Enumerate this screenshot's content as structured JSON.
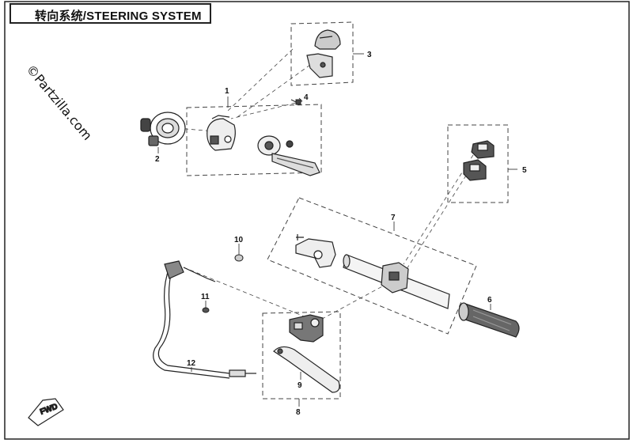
{
  "title": "转向系统/STEERING SYSTEM",
  "watermark": "©Partzilla.com",
  "fwd_label": "FWD",
  "callouts": [
    "1",
    "2",
    "3",
    "4",
    "5",
    "6",
    "7",
    "8",
    "9",
    "10",
    "11",
    "12"
  ]
}
